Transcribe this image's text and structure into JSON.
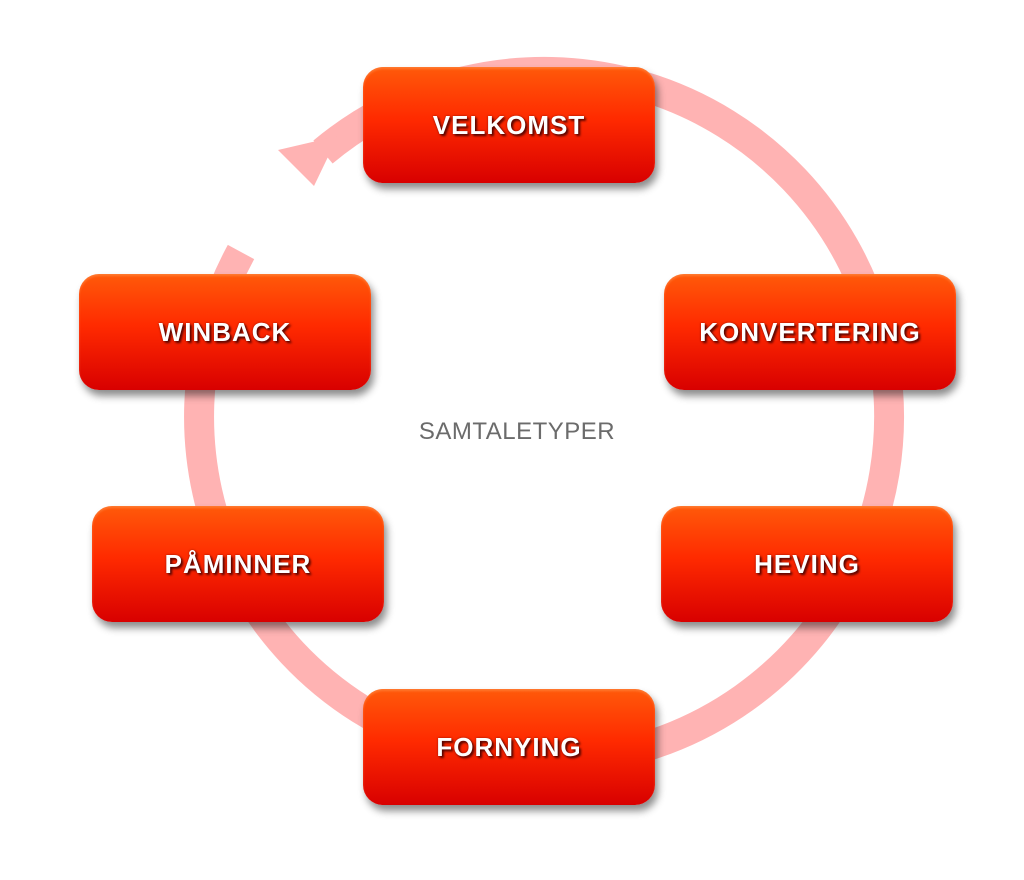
{
  "diagram": {
    "center_title": "SAMTALETYPER",
    "stages": [
      {
        "id": "velkomst",
        "label": "VELKOMST"
      },
      {
        "id": "konvertering",
        "label": "KONVERTERING"
      },
      {
        "id": "heving",
        "label": "HEVING"
      },
      {
        "id": "fornying",
        "label": "FORNYING"
      },
      {
        "id": "paminner",
        "label": "PÅMINNER"
      },
      {
        "id": "winback",
        "label": "WINBACK"
      }
    ],
    "colors": {
      "box_top": "#ff5a0a",
      "box_bottom": "#d80000",
      "ring": "#ffb3b3",
      "label": "#ffffff",
      "center_title": "#6b6b6b"
    }
  }
}
